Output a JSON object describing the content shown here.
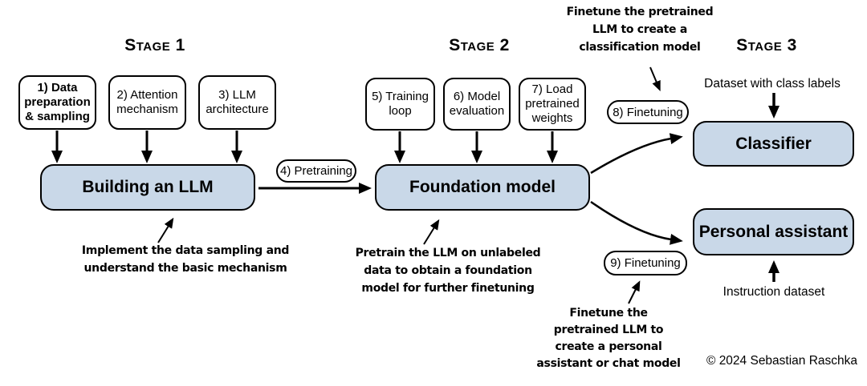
{
  "palette": {
    "background": "#ffffff",
    "box_fill": "#c9d8e8",
    "box_border": "#000000",
    "text": "#000000"
  },
  "stages": {
    "stage1": "Stage 1",
    "stage2": "Stage 2",
    "stage3": "Stage 3"
  },
  "step_boxes": {
    "b1": "1) Data\npreparation\n& sampling",
    "b2": "2) Attention\nmechanism",
    "b3": "3) LLM\narchitecture",
    "b5": "5) Training\nloop",
    "b6": "6) Model\nevaluation",
    "b7": "7) Load\npretrained\nweights"
  },
  "pills": {
    "pretraining": "4) Pretraining",
    "finetuning8": "8) Finetuning",
    "finetuning9": "9) Finetuning"
  },
  "main_boxes": {
    "building": "Building an LLM",
    "foundation": "Foundation model",
    "classifier": "Classifier",
    "personal": "Personal assistant"
  },
  "annotations": {
    "implement": "Implement the data sampling and\nunderstand the basic mechanism",
    "pretrain": "Pretrain the LLM on unlabeled\ndata to obtain a foundation\nmodel for further finetuning",
    "classification": "Finetune the pretrained\nLLM to create a\nclassification model",
    "assistant": "Finetune the\npretrained LLM to\ncreate a personal\nassistant or chat model"
  },
  "labels": {
    "dataset_class": "Dataset with class labels",
    "instruction_dataset": "Instruction dataset",
    "copyright": "© 2024 Sebastian Raschka"
  }
}
